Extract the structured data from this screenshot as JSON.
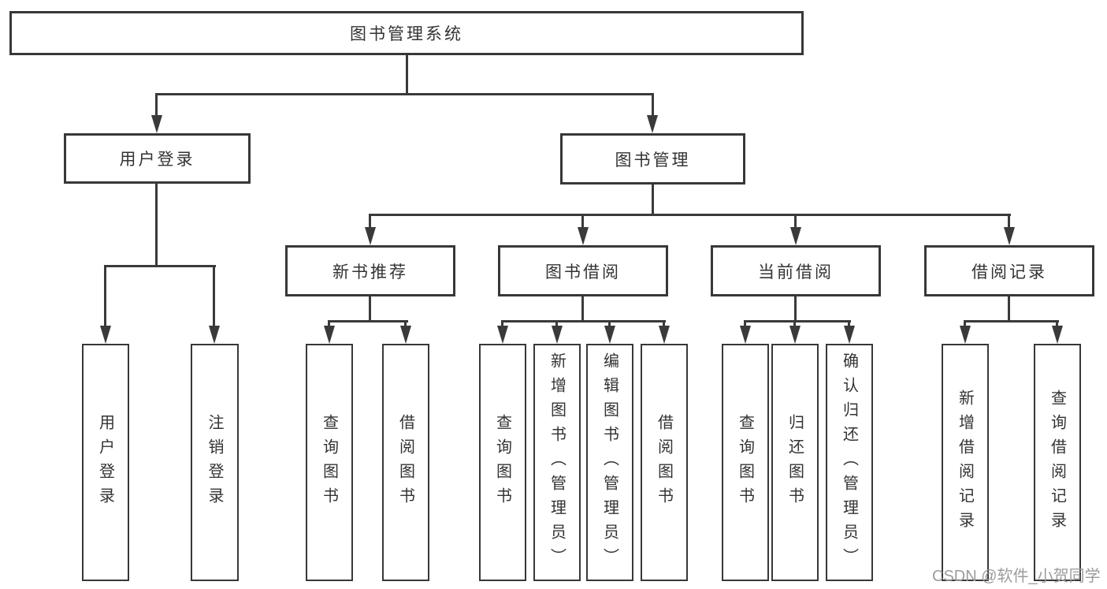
{
  "tree": {
    "root": "图书管理系统",
    "branches": [
      {
        "label": "用户登录",
        "children": [
          "用户登录",
          "注销登录"
        ]
      },
      {
        "label": "图书管理",
        "children": [
          {
            "label": "新书推荐",
            "children": [
              "查询图书",
              "借阅图书"
            ]
          },
          {
            "label": "图书借阅",
            "children": [
              "查询图书",
              "新增图书（管理员）",
              "编辑图书（管理员）",
              "借阅图书"
            ]
          },
          {
            "label": "当前借阅",
            "children": [
              "查询图书",
              "归还图书",
              "确认归还（管理员）"
            ]
          },
          {
            "label": "借阅记录",
            "children": [
              "新增借阅记录",
              "查询借阅记录"
            ]
          }
        ]
      }
    ]
  },
  "watermark": {
    "text": "CSDN @软件_小贺同学"
  },
  "colors": {
    "line": "#3a3a3a",
    "box_border": "#383838",
    "text": "#333333",
    "watermark": "#9c9c9c",
    "background": "#ffffff"
  }
}
